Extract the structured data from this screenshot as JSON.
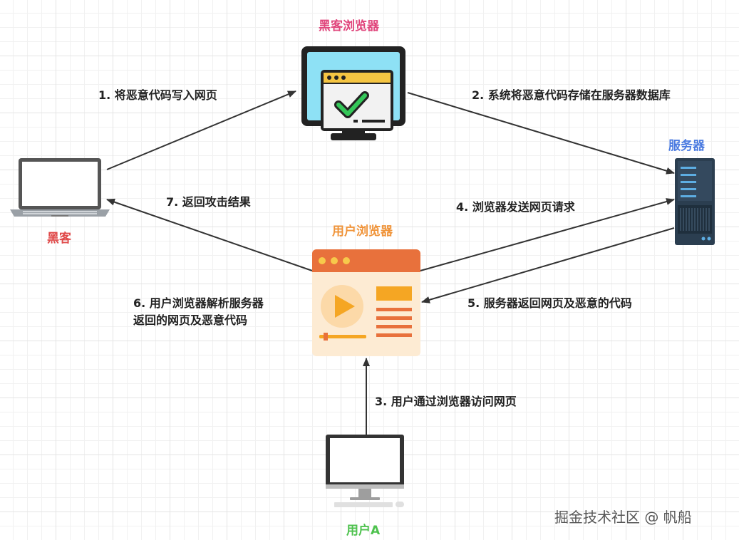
{
  "nodes": {
    "hacker_browser": {
      "title": "黑客浏览器",
      "color": "#e0467c"
    },
    "server": {
      "title": "服务器",
      "color": "#4a7ae0"
    },
    "hacker": {
      "title": "黑客",
      "color": "#e04a4a"
    },
    "user_browser": {
      "title": "用户浏览器",
      "color": "#f0943a"
    },
    "user_a": {
      "title": "用户A",
      "color": "#4ec24e"
    }
  },
  "steps": {
    "step1": "1. 将恶意代码写入网页",
    "step2": "2. 系统将恶意代码存储在服务器数据库",
    "step3": "3. 用户通过浏览器访问网页",
    "step4": "4. 浏览器发送网页请求",
    "step5": "5. 服务器返回网页及恶意的代码",
    "step6_line1": "6. 用户浏览器解析服务器",
    "step6_line2": "返回的网页及恶意代码",
    "step7": "7. 返回攻击结果"
  },
  "watermark": "掘金技术社区 @ 帆船"
}
